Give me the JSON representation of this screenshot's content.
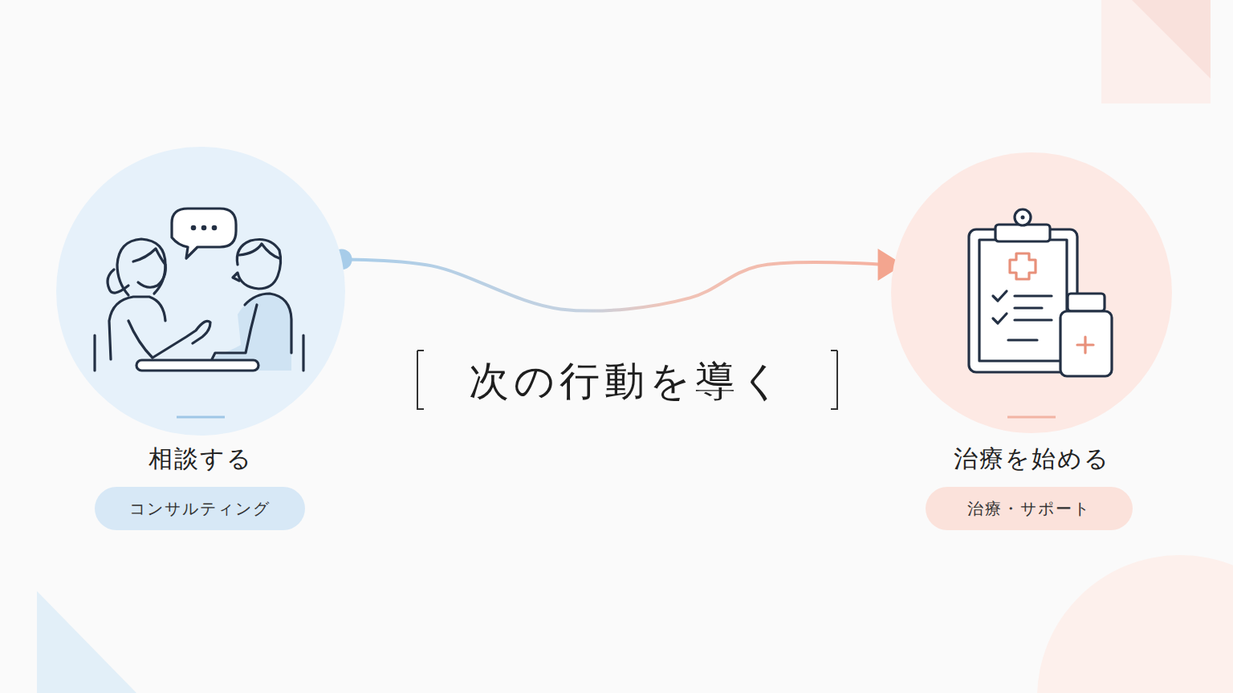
{
  "diagram": {
    "title": "次の行動を導く",
    "nodes": [
      {
        "text": [
          "相談する"
        ]
      },
      {
        "text": [
          "コンサルティング"
        ]
      },
      {
        "text": [
          "治療を始める"
        ]
      },
      {
        "text": [
          "治療・サポート"
        ]
      }
    ],
    "edges": [
      {
        "from": 0,
        "to": 2,
        "arrow": "to"
      }
    ]
  }
}
